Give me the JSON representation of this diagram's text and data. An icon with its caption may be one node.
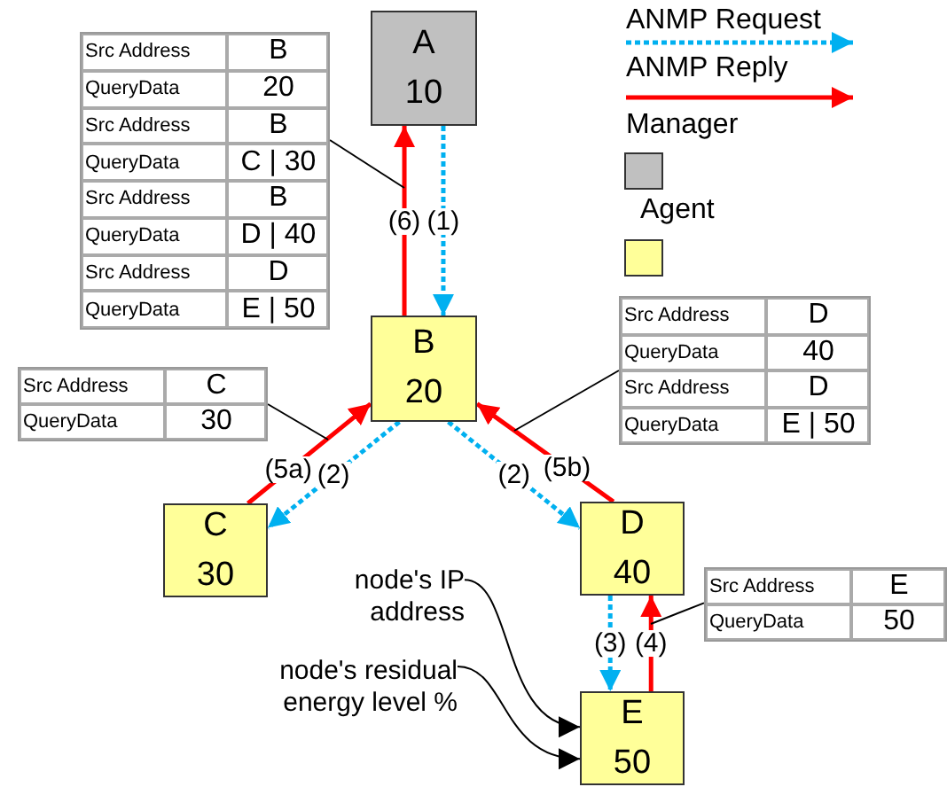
{
  "diagram": {
    "nodes": [
      {
        "text": [
          "A",
          "10"
        ]
      },
      {
        "text": [
          "B",
          "20"
        ]
      },
      {
        "text": [
          "C",
          "30"
        ]
      },
      {
        "text": [
          "D",
          "40"
        ]
      },
      {
        "text": [
          "E",
          "50"
        ]
      },
      {
        "text": [
          "Src Address",
          "B",
          "QueryData",
          "20",
          "Src Address",
          "B",
          "QueryData",
          "C | 30",
          "Src Address",
          "B",
          "QueryData",
          "D | 40",
          "Src Address",
          "D",
          "QueryData",
          "E | 50"
        ]
      },
      {
        "text": [
          "Src Address",
          "D",
          "QueryData",
          "40",
          "Src Address",
          "D",
          "QueryData",
          "E | 50"
        ]
      },
      {
        "text": [
          "Src Address",
          "C",
          "QueryData",
          "30"
        ]
      },
      {
        "text": [
          "Src Address",
          "E",
          "QueryData",
          "50"
        ]
      },
      {
        "text": [
          "node's IP address"
        ]
      },
      {
        "text": [
          "node's residual energy level %"
        ]
      }
    ],
    "edges": [
      {
        "from": 0,
        "to": 1,
        "arrow": "to",
        "label": "(1)",
        "style": "dashed",
        "color": "#00b0f0"
      },
      {
        "from": 1,
        "to": 0,
        "arrow": "to",
        "label": "(6)",
        "color": "#ff0000"
      },
      {
        "from": 1,
        "to": 2,
        "arrow": "to",
        "label": "(2)",
        "style": "dashed",
        "color": "#00b0f0"
      },
      {
        "from": 2,
        "to": 1,
        "arrow": "to",
        "label": "(5a)",
        "color": "#ff0000"
      },
      {
        "from": 1,
        "to": 3,
        "arrow": "to",
        "label": "(2)",
        "style": "dashed",
        "color": "#00b0f0"
      },
      {
        "from": 3,
        "to": 1,
        "arrow": "to",
        "label": "(5b)",
        "color": "#ff0000"
      },
      {
        "from": 3,
        "to": 4,
        "arrow": "to",
        "label": "(3)",
        "style": "dashed",
        "color": "#00b0f0"
      },
      {
        "from": 4,
        "to": 3,
        "arrow": "to",
        "label": "(4)",
        "color": "#ff0000"
      },
      {
        "from": 5,
        "to": null,
        "arrow": "none"
      },
      {
        "from": 6,
        "to": null,
        "arrow": "none"
      },
      {
        "from": 7,
        "to": null,
        "arrow": "none"
      },
      {
        "from": 8,
        "to": null,
        "arrow": "none"
      },
      {
        "from": 9,
        "to": 4,
        "arrow": "to"
      },
      {
        "from": 10,
        "to": 4,
        "arrow": "to"
      }
    ],
    "legend": [
      {
        "text": "ANMP Request"
      },
      {
        "text": "ANMP Reply"
      },
      {
        "text": "Manager",
        "color": "#c0c0c0"
      },
      {
        "text": "Agent",
        "color": "#ffff99"
      }
    ]
  }
}
